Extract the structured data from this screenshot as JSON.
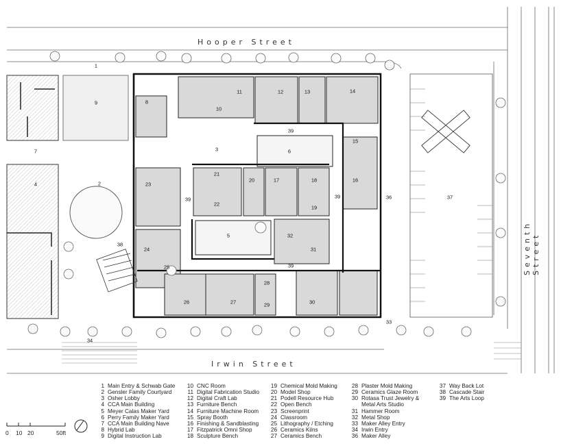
{
  "streets": {
    "north": "Hooper Street",
    "south": "Irwin Street",
    "east": "Seventh Street"
  },
  "scale": {
    "ticks": [
      "0",
      "10",
      "20",
      "50ft"
    ]
  },
  "room_numbers": [
    "1",
    "2",
    "3",
    "4",
    "5",
    "6",
    "7",
    "8",
    "9",
    "10",
    "11",
    "12",
    "13",
    "14",
    "15",
    "16",
    "17",
    "18",
    "19",
    "20",
    "21",
    "22",
    "23",
    "24",
    "25",
    "26",
    "27",
    "28",
    "29",
    "30",
    "31",
    "32",
    "33",
    "34",
    "36",
    "37",
    "38",
    "39"
  ],
  "legend": [
    {
      "num": "1",
      "label": "Main Entry & Schwab Gate"
    },
    {
      "num": "2",
      "label": "Gensler Family Courtyard"
    },
    {
      "num": "3",
      "label": "Osher Lobby"
    },
    {
      "num": "4",
      "label": "CCA Main Building"
    },
    {
      "num": "5",
      "label": "Meyer Calas Maker Yard"
    },
    {
      "num": "6",
      "label": "Perry Family Maker Yard"
    },
    {
      "num": "7",
      "label": "CCA Main Building Nave"
    },
    {
      "num": "8",
      "label": "Hybrid Lab"
    },
    {
      "num": "9",
      "label": "Digital Instruction Lab"
    },
    {
      "num": "10",
      "label": "CNC Room"
    },
    {
      "num": "11",
      "label": "Digital Fabrication Studio"
    },
    {
      "num": "12",
      "label": "Digital Craft Lab"
    },
    {
      "num": "13",
      "label": "Furniture Bench"
    },
    {
      "num": "14",
      "label": "Furniture Machine Room"
    },
    {
      "num": "15",
      "label": "Spray Booth"
    },
    {
      "num": "16",
      "label": "Finishing & Sandblasting"
    },
    {
      "num": "17",
      "label": "Fitzpatrick Omni Shop"
    },
    {
      "num": "18",
      "label": "Sculpture Bench"
    },
    {
      "num": "19",
      "label": "Chemical Mold Making"
    },
    {
      "num": "20",
      "label": "Model Shop"
    },
    {
      "num": "21",
      "label": "Podell Resource Hub"
    },
    {
      "num": "22",
      "label": "Open Bench"
    },
    {
      "num": "23",
      "label": "Screenprint"
    },
    {
      "num": "24",
      "label": "Classroom"
    },
    {
      "num": "25",
      "label": "Lithography / Etching"
    },
    {
      "num": "26",
      "label": "Ceramics Kilns"
    },
    {
      "num": "27",
      "label": "Ceramics Bench"
    },
    {
      "num": "28",
      "label": "Plaster Mold Making"
    },
    {
      "num": "29",
      "label": "Ceramics Glaze Room"
    },
    {
      "num": "30",
      "label": "Rotasa Trust Jewelry &"
    },
    {
      "num": "",
      "label": "Metal Arts Studio"
    },
    {
      "num": "31",
      "label": "Hammer Room"
    },
    {
      "num": "32",
      "label": "Metal Shop"
    },
    {
      "num": "33",
      "label": "Maker Alley Entry"
    },
    {
      "num": "34",
      "label": "Irwin Entry"
    },
    {
      "num": "36",
      "label": "Maker Alley"
    },
    {
      "num": "37",
      "label": "Way Back Lot"
    },
    {
      "num": "38",
      "label": "Cascade Stair"
    },
    {
      "num": "39",
      "label": "The Arts Loop"
    }
  ],
  "colors": {
    "room_fill": "#d9d9d9",
    "wall": "#1a1a1a",
    "line": "#555555"
  }
}
